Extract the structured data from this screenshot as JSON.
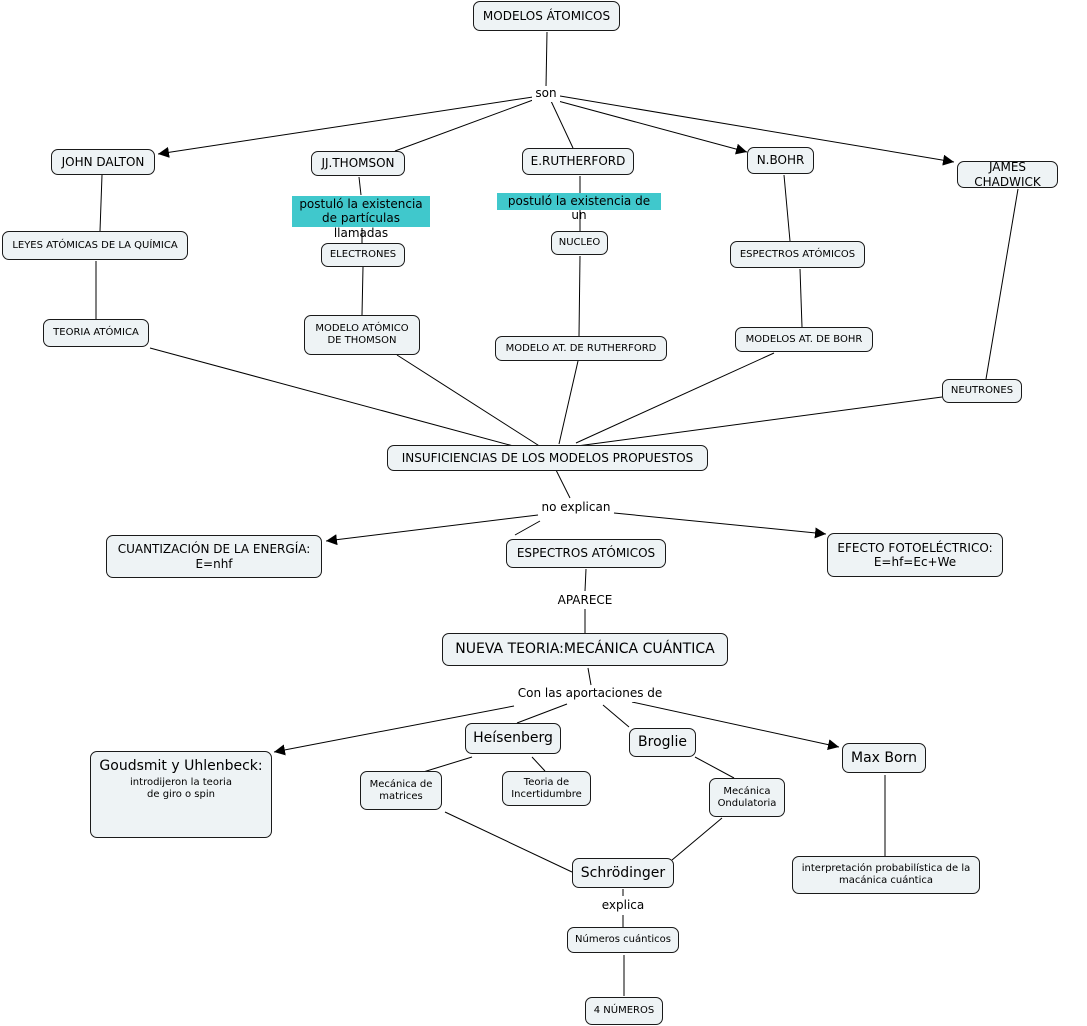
{
  "nodes": {
    "modelos_atomicos": "MODELOS ÁTOMICOS",
    "john_dalton": "JOHN DALTON",
    "jj_thomson": "JJ.THOMSON",
    "e_rutherford": "E.RUTHERFORD",
    "n_bohr": "N.BOHR",
    "james_chadwick": "JAMES CHADWICK",
    "leyes_atomicas": "LEYES ATÓMICAS DE LA QUÍMICA",
    "electrones": "ELECTRONES",
    "nucleo": "NUCLEO",
    "espectros_atomicos_bohr": "ESPECTROS ATÓMICOS",
    "teoria_atomica": "TEORIA ATÓMICA",
    "modelo_thomson": "MODELO ATÓMICO\nDE THOMSON",
    "modelo_rutherford": "MODELO AT. DE RUTHERFORD",
    "modelos_bohr": "MODELOS AT. DE BOHR",
    "neutrones": "NEUTRONES",
    "insuficiencias": "INSUFICIENCIAS DE LOS MODELOS PROPUESTOS",
    "cuantizacion": "CUANTIZACIÓN DE LA ENERGÍA:\nE=nhf",
    "espectros_atomicos": "ESPECTROS ATÓMICOS",
    "efecto_fotoelectrico": "EFECTO FOTOELÉCTRICO:\nE=hf=Ec+We",
    "nueva_teoria": "NUEVA TEORIA:MECÁNICA CUÁNTICA",
    "goudsmit_title": "Goudsmit y Uhlenbeck:",
    "goudsmit_sub": "introdijeron la teoria\nde giro o spin",
    "heisenberg": "Heísenberg",
    "broglie": "Broglie",
    "max_born": "Max Born",
    "mecanica_matrices": "Mecánica de\nmatrices",
    "teoria_incertidumbre": "Teoria de\nIncertidumbre",
    "mecanica_ondulatoria": "Mecánica\nOndulatoria",
    "schrodinger": "Schrödinger",
    "interpretacion": "interpretación probabilística de la\nmacánica cuántica",
    "numeros_cuanticos": "Números cuánticos",
    "cuatro_numeros": "4 NÚMEROS"
  },
  "labels": {
    "son": "son",
    "postulo_particulas": "postuló la existencia\nde partículas llamadas",
    "postulo_un": "postuló la existencia de un",
    "no_explican": "no explican",
    "aparece": "APARECE",
    "con_aportaciones": "Con las aportaciones de",
    "explica": "explica"
  },
  "colors": {
    "node_fill": "#eef3f5",
    "node_border": "#1a1a1a",
    "highlight": "#40c8cc",
    "line": "#000000"
  }
}
